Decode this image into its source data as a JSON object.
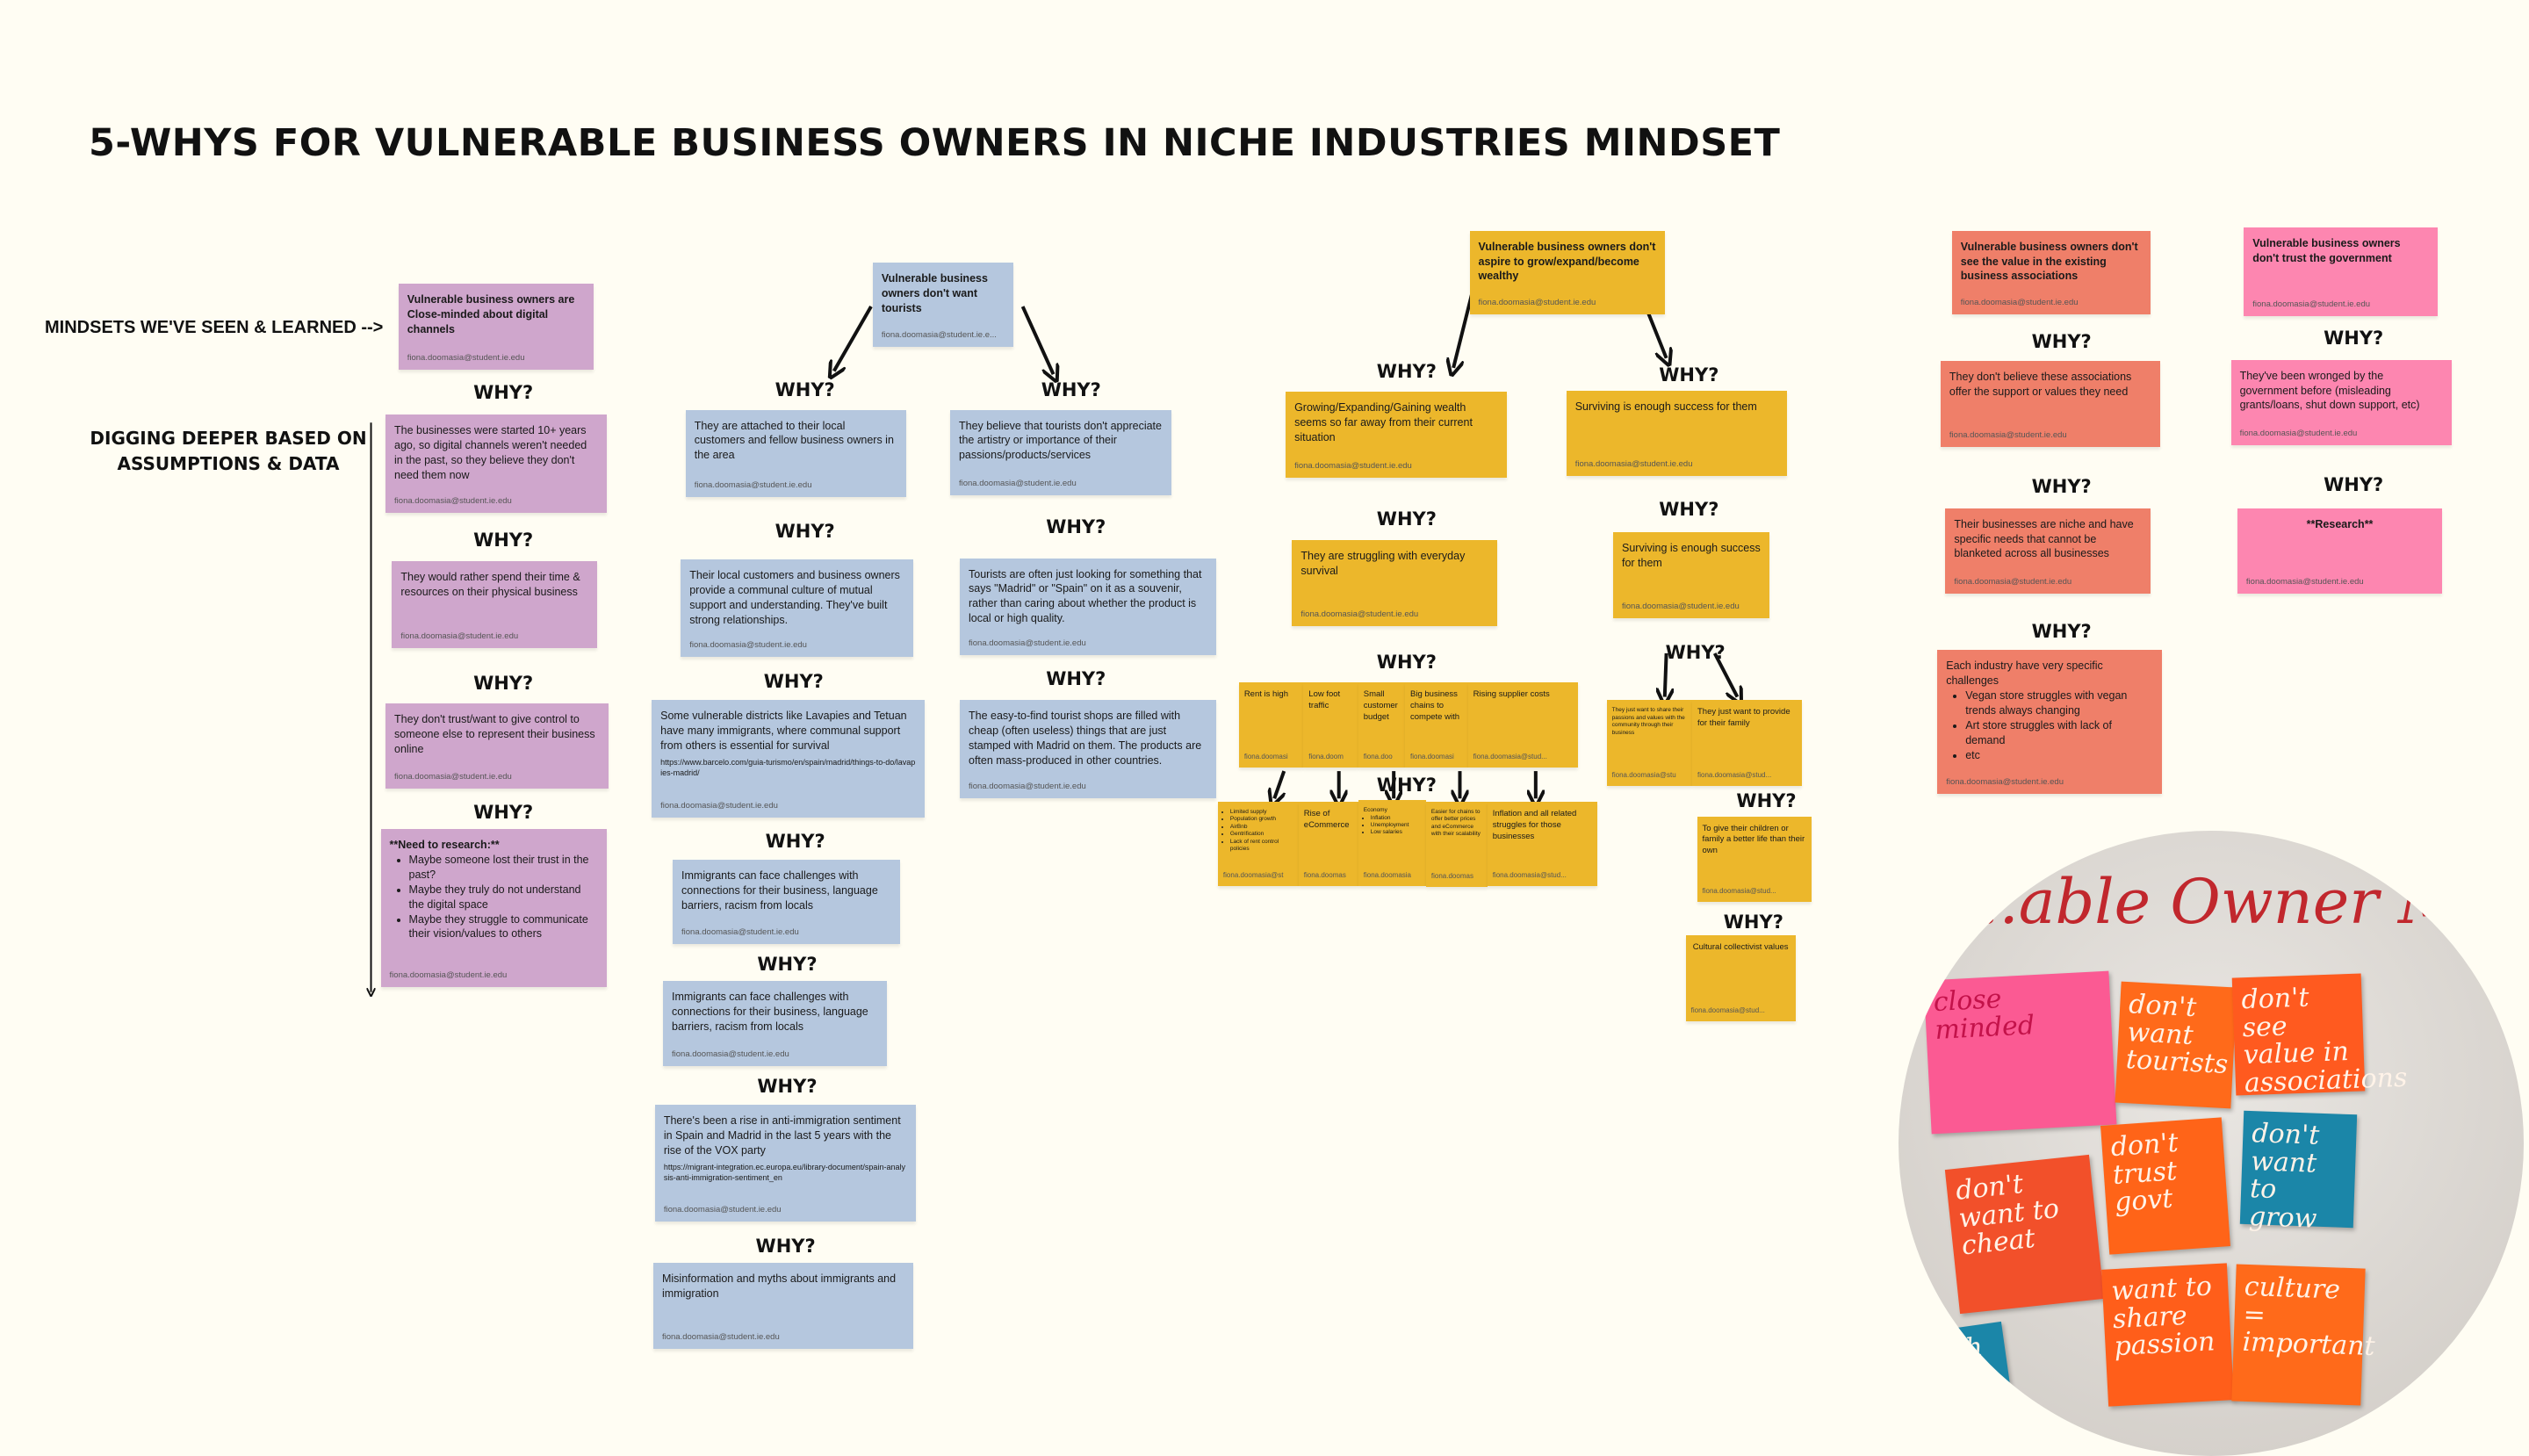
{
  "title": "5-WHYS FOR VULNERABLE BUSINESS OWNERS IN NICHE INDUSTRIES MINDSET",
  "labels": {
    "mindsets": "MINDSETS WE'VE SEEN & LEARNED -->",
    "digging": "DIGGING DEEPER BASED ON\nASSUMPTIONS & DATA"
  },
  "why": "WHY?",
  "colors": {
    "purple": "#cfa6cc",
    "blue": "#b5c7de",
    "yellow": "#ecb72b",
    "red": "#ef7f69",
    "pink": "#fd86b0",
    "background": "#fffdf3"
  },
  "notes": [
    {
      "color": "purple",
      "bold": true,
      "text": "Vulnerable business owners are Close-minded about digital channels",
      "email": "fiona.doomasia@student.ie.edu"
    },
    {
      "color": "purple",
      "text": "The businesses were started 10+ years ago, so digital channels weren't needed in the past, so they believe they don't need them now",
      "email": "fiona.doomasia@student.ie.edu"
    },
    {
      "color": "purple",
      "text": "They would rather spend their time & resources on their physical business",
      "email": "fiona.doomasia@student.ie.edu"
    },
    {
      "color": "purple",
      "text": "They don't trust/want to give control  to someone else to represent their business online",
      "email": "fiona.doomasia@student.ie.edu"
    },
    {
      "color": "purple",
      "bold": true,
      "text": "**Need to research:**",
      "items": [
        "Maybe someone lost their trust in the past?",
        "Maybe they truly do not understand the digital space",
        "Maybe they struggle to communicate their vision/values to others"
      ],
      "email": "fiona.doomasia@student.ie.edu"
    },
    {
      "color": "blue",
      "bold": true,
      "text": "Vulnerable business owners don't want tourists",
      "email": "fiona.doomasia@student.ie.e..."
    },
    {
      "color": "blue",
      "text": "They are attached to their local customers and fellow business owners in the area",
      "email": "fiona.doomasia@student.ie.edu"
    },
    {
      "color": "blue",
      "text": "They believe that tourists don't appreciate the artistry or importance of their passions/products/services",
      "email": "fiona.doomasia@student.ie.edu"
    },
    {
      "color": "blue",
      "text": "Their local customers and business owners provide a communal culture of mutual support and understanding. They've built strong relationships.",
      "email": "fiona.doomasia@student.ie.edu"
    },
    {
      "color": "blue",
      "text": "Tourists are often just looking for something that says \"Madrid\" or \"Spain\" on it as a souvenir, rather than caring about whether the product is local or high quality.",
      "email": "fiona.doomasia@student.ie.edu"
    },
    {
      "color": "blue",
      "text": "Some vulnerable districts like Lavapies and Tetuan have many immigrants, where communal support from others is essential for survival",
      "url": "https://www.barcelo.com/guia-turismo/en/spain/madrid/things-to-do/lavapies-madrid/",
      "email": "fiona.doomasia@student.ie.edu"
    },
    {
      "color": "blue",
      "text": "The easy-to-find tourist shops are filled with cheap (often useless) things that are just stamped with Madrid on them. The products are often mass-produced in other countries.",
      "email": "fiona.doomasia@student.ie.edu"
    },
    {
      "color": "blue",
      "text": "Immigrants can face challenges with connections for their business, language barriers, racism from locals",
      "email": "fiona.doomasia@student.ie.edu"
    },
    {
      "color": "blue",
      "text": "Immigrants can face challenges with connections for their business, language barriers, racism from locals",
      "email": "fiona.doomasia@student.ie.edu"
    },
    {
      "color": "blue",
      "text": "There's been a rise in anti-immigration sentiment in Spain and Madrid in the last 5 years with the rise of the VOX party",
      "url": "https://migrant-integration.ec.europa.eu/library-document/spain-analysis-anti-immigration-sentiment_en",
      "email": "fiona.doomasia@student.ie.edu"
    },
    {
      "color": "blue",
      "text": "Misinformation and myths about immigrants and immigration",
      "email": "fiona.doomasia@student.ie.edu"
    },
    {
      "color": "yellow",
      "bold": true,
      "text": "Vulnerable business owners don't aspire to grow/expand/become wealthy",
      "email": "fiona.doomasia@student.ie.edu"
    },
    {
      "color": "yellow",
      "text": "Growing/Expanding/Gaining wealth seems so far away from their current situation",
      "email": "fiona.doomasia@student.ie.edu"
    },
    {
      "color": "yellow",
      "text": "Surviving is enough success for them",
      "email": "fiona.doomasia@student.ie.edu"
    },
    {
      "color": "yellow",
      "text": "They are struggling with everyday survival",
      "email": "fiona.doomasia@student.ie.edu"
    },
    {
      "color": "yellow",
      "text": "Surviving is enough success for them",
      "email": "fiona.doomasia@student.ie.edu"
    },
    {
      "color": "yellow",
      "text": "Rent is high",
      "email": "fiona.doomasi"
    },
    {
      "color": "yellow",
      "text": "Low foot traffic",
      "email": "fiona.doom"
    },
    {
      "color": "yellow",
      "text": "Small customer budget",
      "email": "fiona.doo"
    },
    {
      "color": "yellow",
      "text": "Big business chains to compete with",
      "email": "fiona.doomasi"
    },
    {
      "color": "yellow",
      "text": "Rising supplier costs",
      "email": "fiona.doomasia@stud..."
    },
    {
      "color": "yellow",
      "text": "",
      "items": [
        "Limited supply",
        "Population growth",
        "AirBnb",
        "Gentrification",
        "Lack of rent control policies"
      ],
      "email": "fiona.doomasia@st"
    },
    {
      "color": "yellow",
      "text": "Rise of eCommerce",
      "email": "fiona.doomas"
    },
    {
      "color": "yellow",
      "text": "Economy",
      "items": [
        "Inflation",
        "Unemployment",
        "Low salaries"
      ],
      "email": "fiona.doomasia"
    },
    {
      "color": "yellow",
      "text": "Easier for chains to offer better prices and eCommerce with their scalability",
      "email": "fiona.doomas"
    },
    {
      "color": "yellow",
      "text": "Inflation and all related struggles for those businesses",
      "email": "fiona.doomasia@stud..."
    },
    {
      "color": "yellow",
      "text": "They just want to share their passions and values with the community through their business",
      "email": "fiona.doomasia@stu"
    },
    {
      "color": "yellow",
      "text": "They just want to provide for their family",
      "email": "fiona.doomasia@stud..."
    },
    {
      "color": "yellow",
      "text": "To give their children or family a better life than their own",
      "email": "fiona.doomasia@stud..."
    },
    {
      "color": "yellow",
      "text": "Cultural collectivist values",
      "email": "fiona.doomasia@stud..."
    },
    {
      "color": "red",
      "bold": true,
      "text": "Vulnerable business owners don't see the value in the existing business associations",
      "email": "fiona.doomasia@student.ie.edu"
    },
    {
      "color": "red",
      "text": "They don't believe these associations offer the support or values they need",
      "email": "fiona.doomasia@student.ie.edu"
    },
    {
      "color": "red",
      "text": "Their businesses are niche and have specific needs that cannot be blanketed across all businesses",
      "email": "fiona.doomasia@student.ie.edu"
    },
    {
      "color": "red",
      "text": "Each industry have very specific challenges",
      "items": [
        "Vegan store struggles with vegan trends always changing",
        "Art store struggles with lack of demand",
        "etc"
      ],
      "email": "fiona.doomasia@student.ie.edu"
    },
    {
      "color": "pink",
      "bold": true,
      "text": "Vulnerable business owners don't trust the government",
      "email": "fiona.doomasia@student.ie.edu"
    },
    {
      "color": "pink",
      "text": "They've been wronged by the government before (misleading grants/loans, shut down support, etc)",
      "email": "fiona.doomasia@student.ie.edu"
    },
    {
      "color": "pink",
      "bold": true,
      "text": "**Research**",
      "email": "fiona.doomasia@student.ie.edu"
    }
  ],
  "photo": {
    "heading": "...able Owner Min...",
    "notes": [
      {
        "text": "close minded",
        "color": "#fb5a93"
      },
      {
        "text": "don't want tourists",
        "color": "#ff6a1a"
      },
      {
        "text": "don't see value in associations",
        "color": "#ff5a1f"
      },
      {
        "text": "don't want to grow",
        "color": "#1b86a8"
      },
      {
        "text": "don't want to cheat",
        "color": "#f2502a"
      },
      {
        "text": "don't trust govt",
        "color": "#ff6418"
      },
      {
        "text": "want to share passion",
        "color": "#ff5e1a"
      },
      {
        "text": "culture = important",
        "color": "#ff6a1a"
      },
      {
        "text": "...th",
        "color": "#1b86a8"
      }
    ]
  }
}
